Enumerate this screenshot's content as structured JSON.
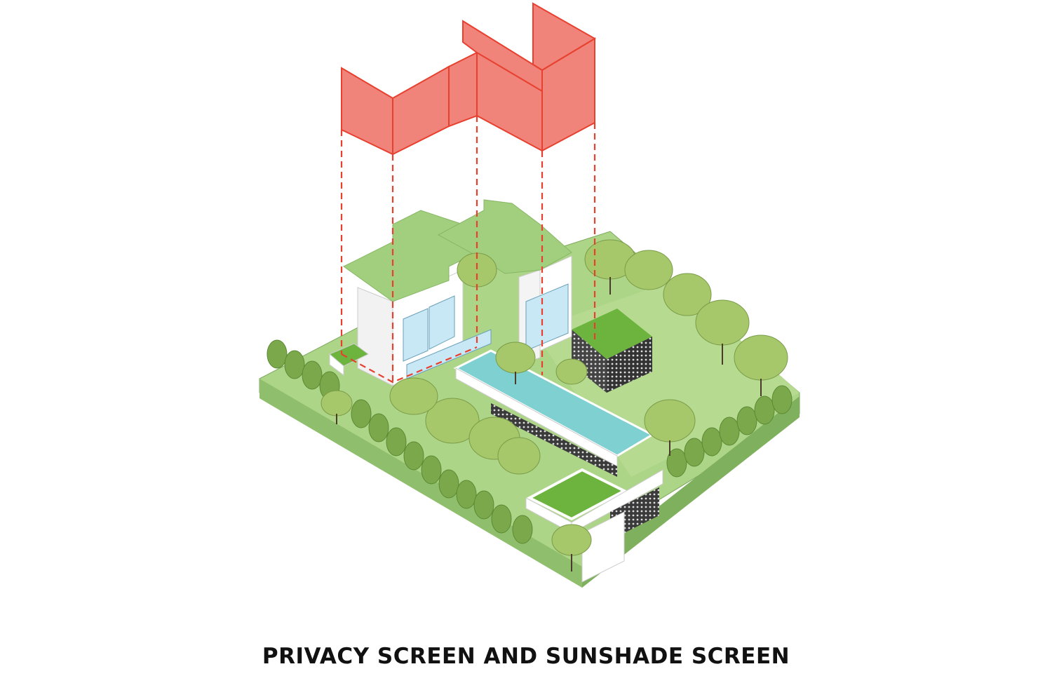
{
  "caption": "PRIVACY SCREEN AND SUNSHADE SCREEN",
  "colors": {
    "screen_fill": "#f0837a",
    "screen_stroke": "#e8402f",
    "projection_line": "#e8402f",
    "roof_green": "#a2cf7e",
    "lawn": "#add587",
    "lawn_side": "#8fbf6c",
    "wall_white": "#ffffff",
    "glass": "#c9e8f5",
    "pool": "#7fd0d0",
    "tree_foliage": "#7aa84a",
    "tree_foliage_light": "#a6c86a",
    "breeze_block": "#3a3a3a"
  },
  "icons": [
    "privacy-screen",
    "sunshade-screen",
    "tree-icon"
  ]
}
